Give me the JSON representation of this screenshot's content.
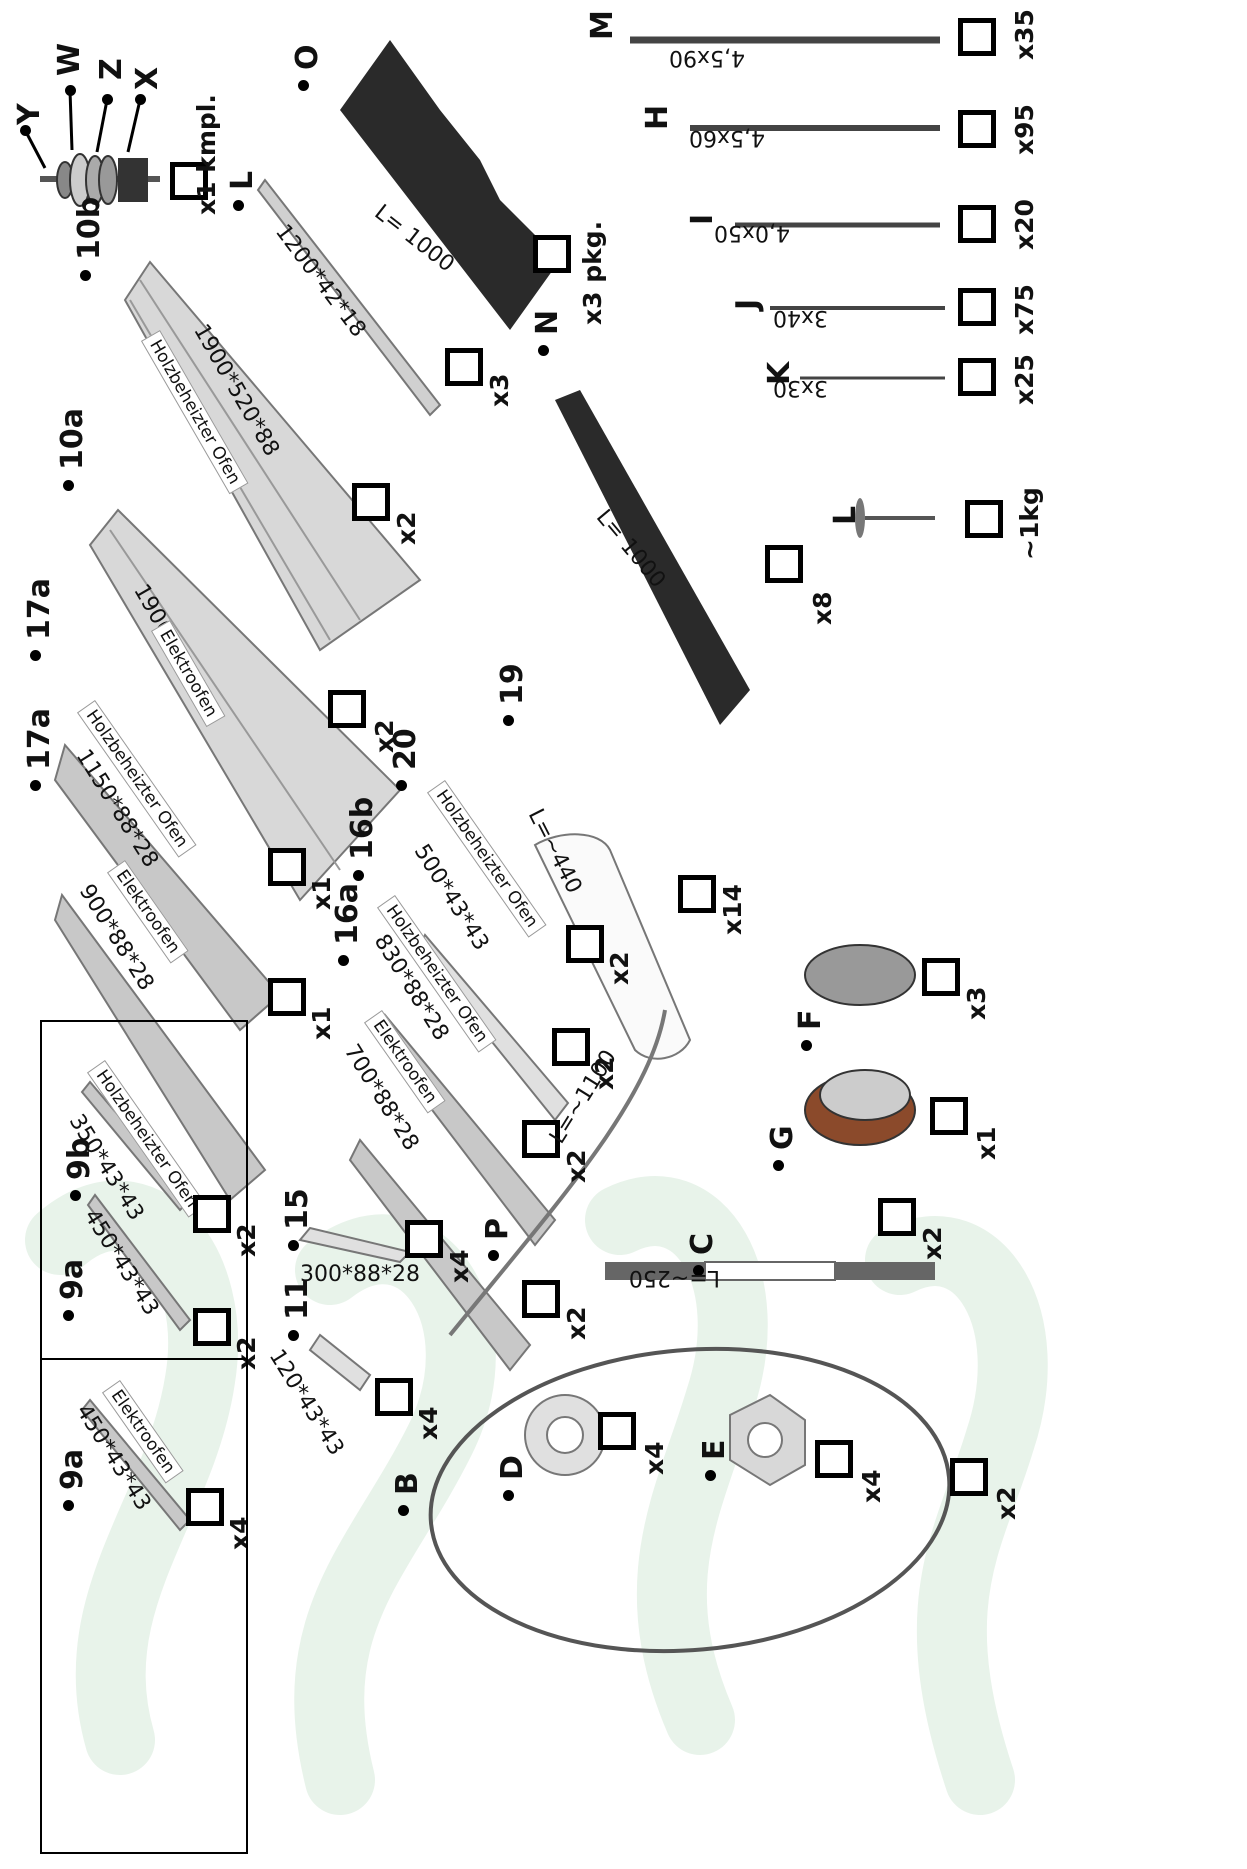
{
  "kit": {
    "label_y": "Y",
    "label_w": "W",
    "label_z": "Z",
    "label_x": "X",
    "qty": "x1 kmpl."
  },
  "parts": {
    "p9a_e": {
      "letter": "9a",
      "dim": "450*43*43",
      "plate": "Elektroofen",
      "qty": "x4"
    },
    "p9a_h": {
      "letter": "9a",
      "dim": "450*43*43",
      "qty": "x2"
    },
    "p9b": {
      "letter": "9b",
      "dim": "350*43*43",
      "plate": "Holzbeheizter Ofen",
      "qty": "x2"
    },
    "p11": {
      "letter": "11",
      "dim": "120*43*43",
      "qty": "x4"
    },
    "p15": {
      "letter": "15",
      "dim": "300*88*28",
      "qty": "x4"
    },
    "p16a": {
      "letter": "16a",
      "dim": "700*88*28",
      "plate": "Elektroofen",
      "qty": "x2"
    },
    "p16b": {
      "letter": "16b",
      "dim": "830*88*28",
      "plate": "Holzbeheizter Ofen",
      "qty": "x2"
    },
    "p17a_e": {
      "letter": "17a",
      "dim": "900*88*28",
      "plate": "Elektroofen",
      "qty": "x1"
    },
    "p17a_h": {
      "letter": "17a",
      "dim": "1150*88*28",
      "plate": "Holzbeheizter Ofen",
      "qty": "x1"
    },
    "p10a": {
      "letter": "10a",
      "dim": "1900*520*88",
      "plate": "Elektroofen",
      "qty": "x2"
    },
    "p10b": {
      "letter": "10b",
      "dim": "1900*520*88",
      "plate": "Holzbeheizter Ofen",
      "qty": "x2"
    },
    "pL_bar": {
      "letter": "L",
      "dim": "1200*42*18",
      "qty": "x3"
    },
    "pO": {
      "letter": "O",
      "dim": "L= 1000",
      "qty": "x3 pkg."
    },
    "pN": {
      "letter": "N",
      "dim": "L= 1000",
      "qty": "x8"
    },
    "p20": {
      "letter": "20",
      "dim": "500*43*43",
      "plate": "Holzbeheizter Ofen",
      "qty": "x2"
    },
    "p19": {
      "letter": "19",
      "dim": "L=~440",
      "qty": "x14"
    },
    "pP": {
      "letter": "P",
      "dim": "L=~1100",
      "qty": "x2"
    },
    "pB": {
      "letter": "B",
      "qty": "x2"
    },
    "pC": {
      "letter": "C",
      "dim": "L=~250",
      "qty": "x2"
    },
    "pD": {
      "letter": "D",
      "qty": "x4"
    },
    "pE": {
      "letter": "E",
      "qty": "x4"
    },
    "pG": {
      "letter": "G",
      "qty": "x1"
    },
    "pF": {
      "letter": "F",
      "qty": "x3"
    }
  },
  "screws": {
    "M": {
      "letter": "M",
      "dim": "4,5x90",
      "qty": "x35"
    },
    "H": {
      "letter": "H",
      "dim": "4,5x60",
      "qty": "x95"
    },
    "I": {
      "letter": "I",
      "dim": "4,0x50",
      "qty": "x20"
    },
    "J": {
      "letter": "J",
      "dim": "3x40",
      "qty": "x75"
    },
    "K": {
      "letter": "K",
      "dim": "3x30",
      "qty": "x25"
    },
    "L": {
      "letter": "L",
      "qty": "~1kg"
    }
  },
  "colors": {
    "board": "#cfcfcf",
    "board_edge": "#888888",
    "dark_roll": "#2a2a2a",
    "stove_wood": "#8b4a2b",
    "watermark": "#e8f3ea"
  }
}
